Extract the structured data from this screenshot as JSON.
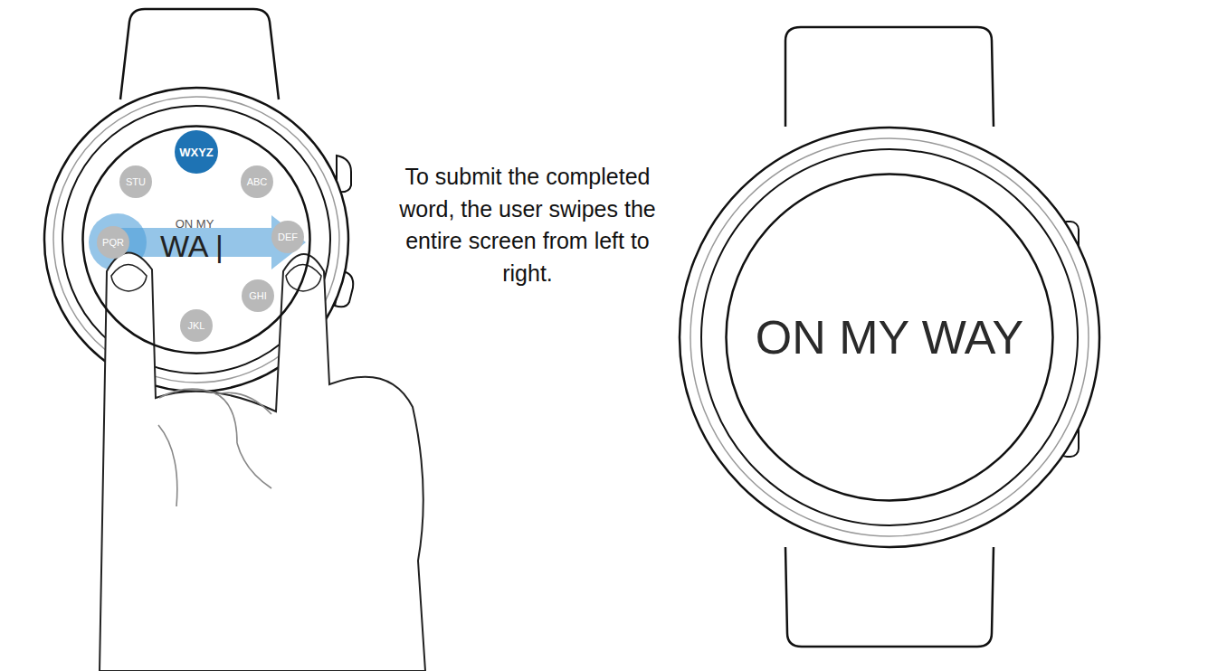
{
  "diagram": {
    "nodes": [
      {
        "text": [
          "ON MY",
          "WA |"
        ]
      },
      {
        "text": [
          "WXYZ"
        ],
        "in": 0
      },
      {
        "text": [
          "ABC"
        ],
        "in": 0
      },
      {
        "text": [
          "DEF"
        ],
        "in": 0
      },
      {
        "text": [
          "GHI"
        ],
        "in": 0
      },
      {
        "text": [
          "JKL"
        ],
        "in": 0
      },
      {
        "text": [
          "PQR"
        ],
        "in": 0
      },
      {
        "text": [
          "STU"
        ],
        "in": 0
      },
      {
        "text": [
          "ON MY WAY"
        ]
      }
    ],
    "labels": [
      "To submit the completed word, the user swipes the entire screen from left to right."
    ]
  }
}
